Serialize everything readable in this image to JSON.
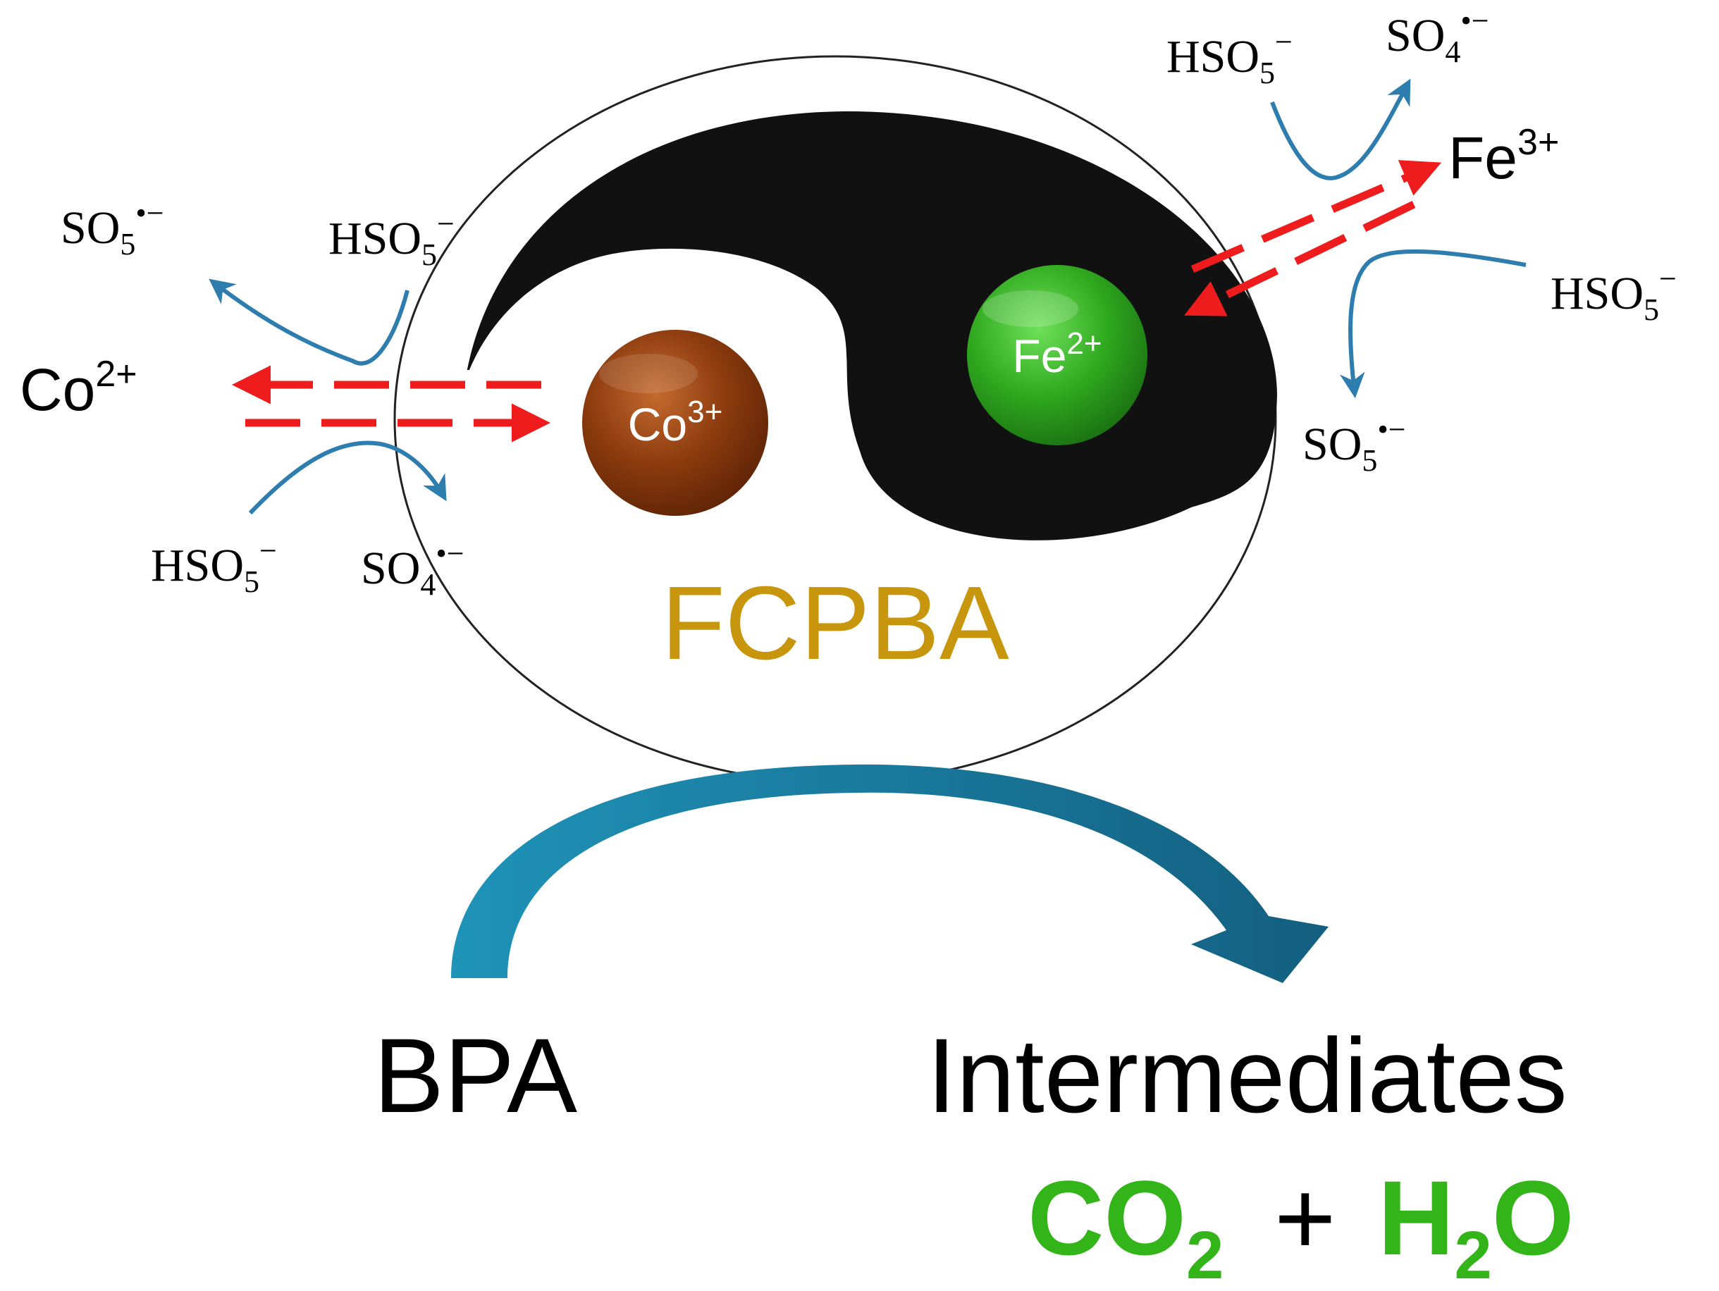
{
  "catalyst": {
    "label": "FCPBA",
    "label_color": "#C8960C"
  },
  "cobalt": {
    "outer": {
      "base": "Co",
      "sup": "2+"
    },
    "inner": {
      "base": "Co",
      "sup": "3+"
    },
    "ball_color": "#8B3A0E"
  },
  "iron": {
    "outer": {
      "base": "Fe",
      "sup": "3+"
    },
    "inner": {
      "base": "Fe",
      "sup": "2+"
    },
    "ball_color": "#2FA81E"
  },
  "species": {
    "left_so5": {
      "base": "SO",
      "sub": "5",
      "sup": "•−"
    },
    "left_hso5_top": {
      "base": "HSO",
      "sub": "5",
      "sup": "−"
    },
    "left_hso5_bottom": {
      "base": "HSO",
      "sub": "5",
      "sup": "−"
    },
    "left_so4": {
      "base": "SO",
      "sub": "4",
      "sup": "•−"
    },
    "right_hso5_top": {
      "base": "HSO",
      "sub": "5",
      "sup": "−"
    },
    "right_so4": {
      "base": "SO",
      "sub": "4",
      "sup": "•−"
    },
    "right_hso5_mid": {
      "base": "HSO",
      "sub": "5",
      "sup": "−"
    },
    "right_so5": {
      "base": "SO",
      "sub": "5",
      "sup": "•−"
    }
  },
  "pathway": {
    "reactant": "BPA",
    "intermediate": "Intermediates",
    "product_1": {
      "base": "CO",
      "sub": "2"
    },
    "plus": "+",
    "product_2": {
      "base": "H",
      "sub": "2",
      "tail": "O"
    },
    "product_color": "#33B51A"
  },
  "colors": {
    "electron_arrow": "#EE1C1C",
    "reaction_arrow": "#2E7DAF",
    "big_arrow": "#1E7FA8",
    "dark_half": "#111111"
  }
}
